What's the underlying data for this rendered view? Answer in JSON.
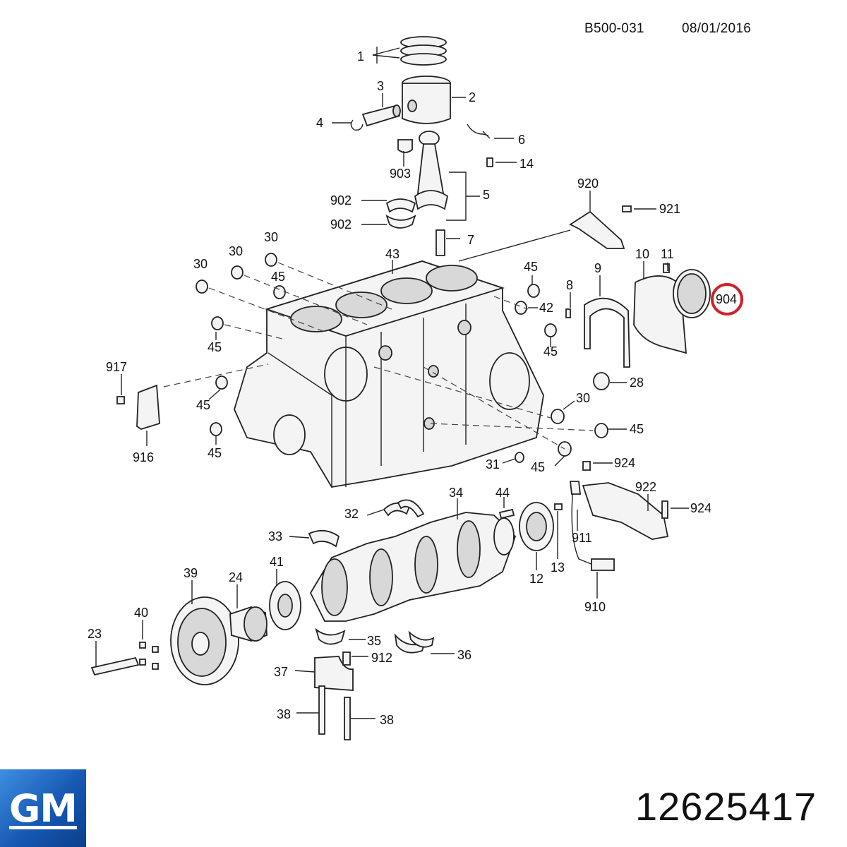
{
  "header": {
    "code": "B500-031",
    "date": "08/01/2016"
  },
  "part_number": "12625417",
  "logo_text": "GM",
  "highlight": {
    "label": "904",
    "color": "#d0202a"
  },
  "brand_color": "#1658b3",
  "callouts": [
    {
      "id": "c1",
      "label": "1"
    },
    {
      "id": "c2",
      "label": "2"
    },
    {
      "id": "c3",
      "label": "3"
    },
    {
      "id": "c4",
      "label": "4"
    },
    {
      "id": "c6",
      "label": "6"
    },
    {
      "id": "c14",
      "label": "14"
    },
    {
      "id": "c903",
      "label": "903"
    },
    {
      "id": "c5",
      "label": "5"
    },
    {
      "id": "c902a",
      "label": "902"
    },
    {
      "id": "c902b",
      "label": "902"
    },
    {
      "id": "c7",
      "label": "7"
    },
    {
      "id": "c920",
      "label": "920"
    },
    {
      "id": "c921",
      "label": "921"
    },
    {
      "id": "c10",
      "label": "10"
    },
    {
      "id": "c11",
      "label": "11"
    },
    {
      "id": "c9",
      "label": "9"
    },
    {
      "id": "c8",
      "label": "8"
    },
    {
      "id": "c30a",
      "label": "30"
    },
    {
      "id": "c30b",
      "label": "30"
    },
    {
      "id": "c30c",
      "label": "30"
    },
    {
      "id": "c43",
      "label": "43"
    },
    {
      "id": "c45a",
      "label": "45"
    },
    {
      "id": "c45b",
      "label": "45"
    },
    {
      "id": "c42",
      "label": "42"
    },
    {
      "id": "c45c",
      "label": "45"
    },
    {
      "id": "c45d",
      "label": "45"
    },
    {
      "id": "c28",
      "label": "28"
    },
    {
      "id": "c917",
      "label": "917"
    },
    {
      "id": "c45e",
      "label": "45"
    },
    {
      "id": "c916",
      "label": "916"
    },
    {
      "id": "c45f",
      "label": "45"
    },
    {
      "id": "c30d",
      "label": "30"
    },
    {
      "id": "c45g",
      "label": "45"
    },
    {
      "id": "c31",
      "label": "31"
    },
    {
      "id": "c45h",
      "label": "45"
    },
    {
      "id": "c924a",
      "label": "924"
    },
    {
      "id": "c922",
      "label": "922"
    },
    {
      "id": "c924b",
      "label": "924"
    },
    {
      "id": "c34",
      "label": "34"
    },
    {
      "id": "c44",
      "label": "44"
    },
    {
      "id": "c32",
      "label": "32"
    },
    {
      "id": "c33",
      "label": "33"
    },
    {
      "id": "c911",
      "label": "911"
    },
    {
      "id": "c13",
      "label": "13"
    },
    {
      "id": "c12",
      "label": "12"
    },
    {
      "id": "c910",
      "label": "910"
    },
    {
      "id": "c39",
      "label": "39"
    },
    {
      "id": "c24",
      "label": "24"
    },
    {
      "id": "c41",
      "label": "41"
    },
    {
      "id": "c40",
      "label": "40"
    },
    {
      "id": "c23",
      "label": "23"
    },
    {
      "id": "c35",
      "label": "35"
    },
    {
      "id": "c36",
      "label": "36"
    },
    {
      "id": "c912",
      "label": "912"
    },
    {
      "id": "c37",
      "label": "37"
    },
    {
      "id": "c38a",
      "label": "38"
    },
    {
      "id": "c38b",
      "label": "38"
    }
  ]
}
